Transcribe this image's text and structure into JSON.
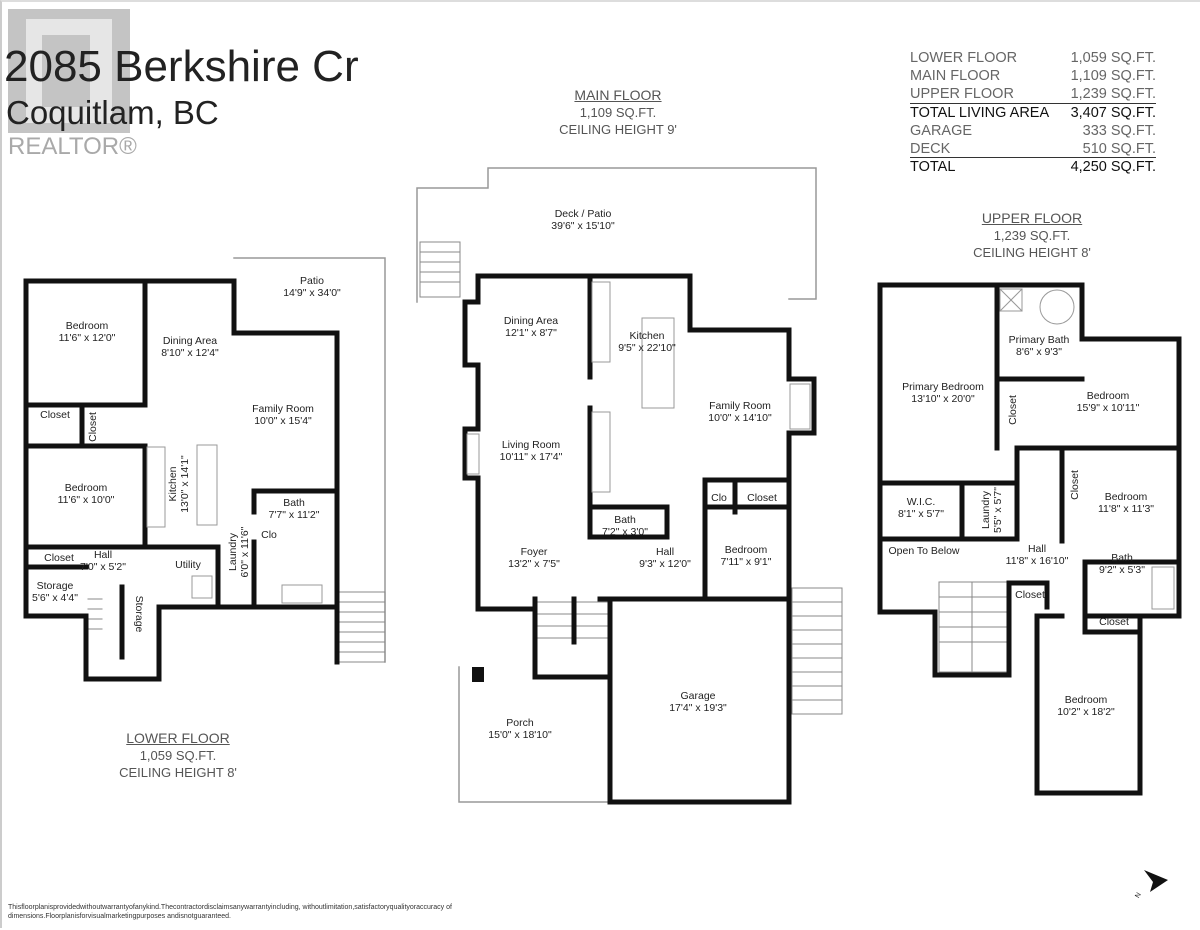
{
  "header": {
    "address": "2085 Berkshire Cr",
    "city": "Coquitlam, BC",
    "logo_text": "REALTOR®"
  },
  "area_summary": [
    {
      "label": "LOWER FLOOR",
      "value": "1,059 SQ.FT."
    },
    {
      "label": "MAIN FLOOR",
      "value": "1,109 SQ.FT."
    },
    {
      "label": "UPPER FLOOR",
      "value": "1,239 SQ.FT."
    },
    {
      "label": "TOTAL LIVING AREA",
      "value": "3,407 SQ.FT."
    },
    {
      "label": "GARAGE",
      "value": "333 SQ.FT."
    },
    {
      "label": "DECK",
      "value": "510 SQ.FT."
    },
    {
      "label": "TOTAL",
      "value": "4,250 SQ.FT."
    }
  ],
  "lower_floor": {
    "title": "LOWER FLOOR",
    "area": "1,059 SQ.FT.",
    "ceiling": "CEILING HEIGHT  8'",
    "rooms": [
      {
        "name": "Patio",
        "dims": "14'9\" x 34'0\""
      },
      {
        "name": "Bedroom",
        "dims": "11'6\" x 12'0\""
      },
      {
        "name": "Dining Area",
        "dims": "8'10\" x 12'4\""
      },
      {
        "name": "Closet",
        "dims": ""
      },
      {
        "name": "Closet",
        "dims": ""
      },
      {
        "name": "Family Room",
        "dims": "10'0\" x 15'4\""
      },
      {
        "name": "Bedroom",
        "dims": "11'6\" x 10'0\""
      },
      {
        "name": "Kitchen",
        "dims": "13'0\" x 14'1\""
      },
      {
        "name": "Bath",
        "dims": "7'7\" x 11'2\""
      },
      {
        "name": "Clo",
        "dims": ""
      },
      {
        "name": "Laundry",
        "dims": "6'0\" x 11'6\""
      },
      {
        "name": "Closet",
        "dims": ""
      },
      {
        "name": "Hall",
        "dims": "7'0\" x 5'2\""
      },
      {
        "name": "Utility",
        "dims": ""
      },
      {
        "name": "Storage",
        "dims": "5'6\" x 4'4\""
      },
      {
        "name": "Storage",
        "dims": ""
      }
    ]
  },
  "main_floor": {
    "title": "MAIN FLOOR",
    "area": "1,109 SQ.FT.",
    "ceiling": "CEILING HEIGHT  9'",
    "rooms": [
      {
        "name": "Deck / Patio",
        "dims": "39'6\" x 15'10\""
      },
      {
        "name": "Dining Area",
        "dims": "12'1\" x 8'7\""
      },
      {
        "name": "Kitchen",
        "dims": "9'5\" x 22'10\""
      },
      {
        "name": "Family Room",
        "dims": "10'0\" x 14'10\""
      },
      {
        "name": "Living Room",
        "dims": "10'11\" x 17'4\""
      },
      {
        "name": "Clo",
        "dims": ""
      },
      {
        "name": "Closet",
        "dims": ""
      },
      {
        "name": "Bath",
        "dims": "7'2\" x 3'0\""
      },
      {
        "name": "Bedroom",
        "dims": "7'11\" x 9'1\""
      },
      {
        "name": "Foyer",
        "dims": "13'2\" x 7'5\""
      },
      {
        "name": "Hall",
        "dims": "9'3\" x 12'0\""
      },
      {
        "name": "Garage",
        "dims": "17'4\" x 19'3\""
      },
      {
        "name": "Porch",
        "dims": "15'0\" x 18'10\""
      }
    ]
  },
  "upper_floor": {
    "title": "UPPER FLOOR",
    "area": "1,239 SQ.FT.",
    "ceiling": "CEILING HEIGHT  8'",
    "rooms": [
      {
        "name": "Primary Bath",
        "dims": "8'6\" x 9'3\""
      },
      {
        "name": "Primary Bedroom",
        "dims": "13'10\" x 20'0\""
      },
      {
        "name": "Bedroom",
        "dims": "15'9\" x 10'11\""
      },
      {
        "name": "Closet",
        "dims": ""
      },
      {
        "name": "Closet",
        "dims": ""
      },
      {
        "name": "Bedroom",
        "dims": "11'8\" x 11'3\""
      },
      {
        "name": "W.I.C.",
        "dims": "8'1\" x 5'7\""
      },
      {
        "name": "Laundry",
        "dims": "5'5\" x 5'7\""
      },
      {
        "name": "Open To Below",
        "dims": ""
      },
      {
        "name": "Hall",
        "dims": "11'8\" x 16'10\""
      },
      {
        "name": "Bath",
        "dims": "9'2\" x 5'3\""
      },
      {
        "name": "Closet",
        "dims": ""
      },
      {
        "name": "Closet",
        "dims": ""
      },
      {
        "name": "Bedroom",
        "dims": "10'2\" x 18'2\""
      }
    ]
  },
  "compass": {
    "label": "N"
  },
  "disclaimer": "Thisfloorplanisprovidedwithoutwarrantyofanykind.Thecontractordisclaimsanywarrantyincluding, withoutlimitation,satisfactoryqualityoraccuracy of dimensions.Floorplanisforvisualmarketingpurposes andisnotguaranteed."
}
